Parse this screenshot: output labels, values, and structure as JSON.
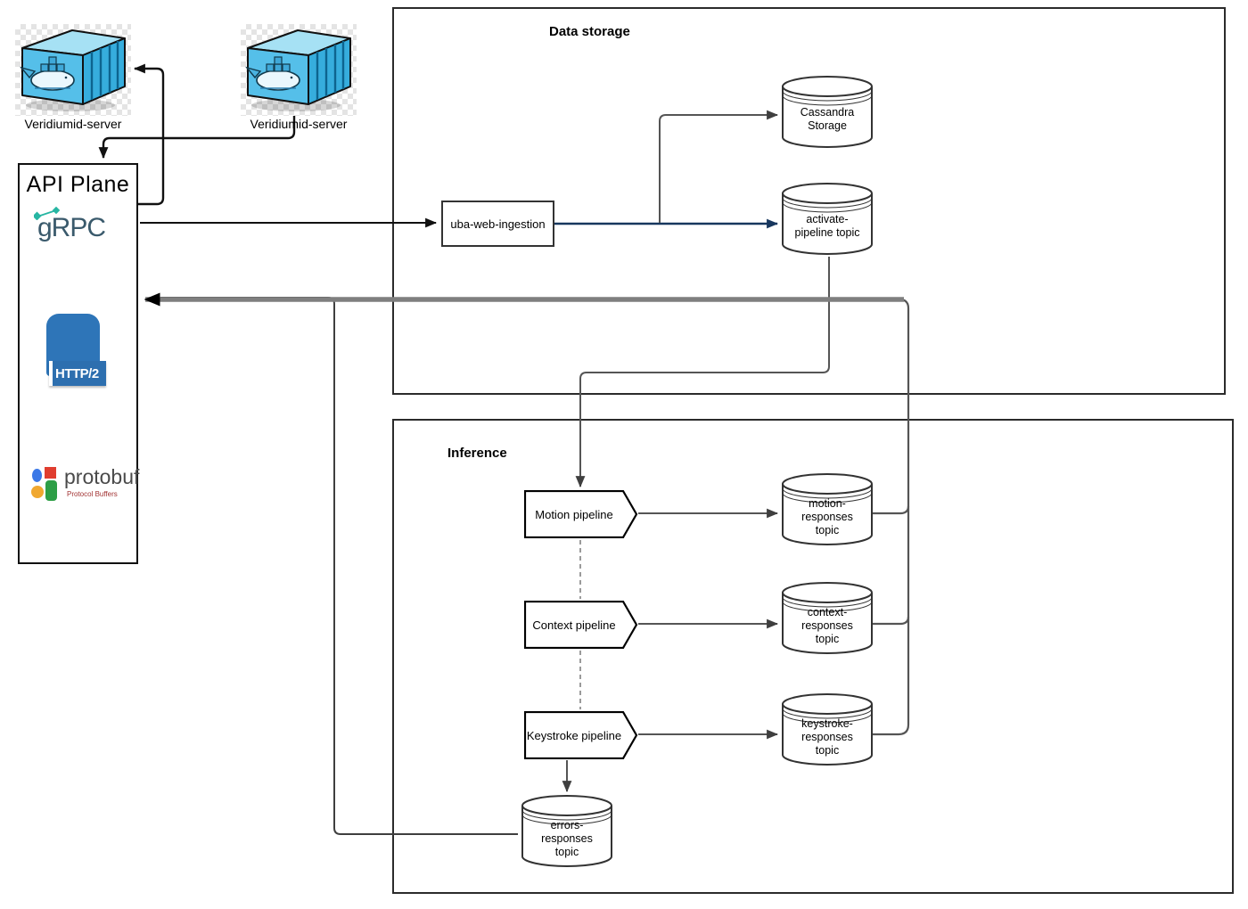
{
  "diagram": {
    "servers": [
      {
        "label": "Veridiumid-server"
      },
      {
        "label": "Veridiumid-server"
      }
    ],
    "api_plane": {
      "title": "API Plane",
      "protocols": [
        {
          "label": "gRPC"
        },
        {
          "label": "HTTP/2"
        },
        {
          "label": "protobuf",
          "sublabel": "Protocol Buffers"
        }
      ]
    },
    "data_storage": {
      "title": "Data storage",
      "ingestion": {
        "label": "uba-web-ingestion"
      },
      "topics": [
        {
          "label": "Cassandra\nStorage"
        },
        {
          "label": "activate-\npipeline topic"
        }
      ]
    },
    "inference": {
      "title": "Inference",
      "pipelines": [
        {
          "label": "Motion pipeline"
        },
        {
          "label": "Context pipeline"
        },
        {
          "label": "Keystroke pipeline"
        }
      ],
      "topics": [
        {
          "label": "motion-\nresponses\ntopic"
        },
        {
          "label": "context-\nresponses\ntopic"
        },
        {
          "label": "keystroke-\nresponses\ntopic"
        },
        {
          "label": "errors-\nresponses\ntopic"
        }
      ]
    },
    "colors": {
      "connector_navy": "#17375e",
      "connector_gray": "#666666",
      "thick_return_gray": "#7f7f7f",
      "docker_blue": "#55bfe9",
      "http2_blue": "#2e75b8",
      "grpc_teal": "#27b6a3",
      "grpc_slate": "#3a5a6c",
      "protobuf_red": "#e03d2f",
      "protobuf_green": "#2d9e46"
    }
  }
}
